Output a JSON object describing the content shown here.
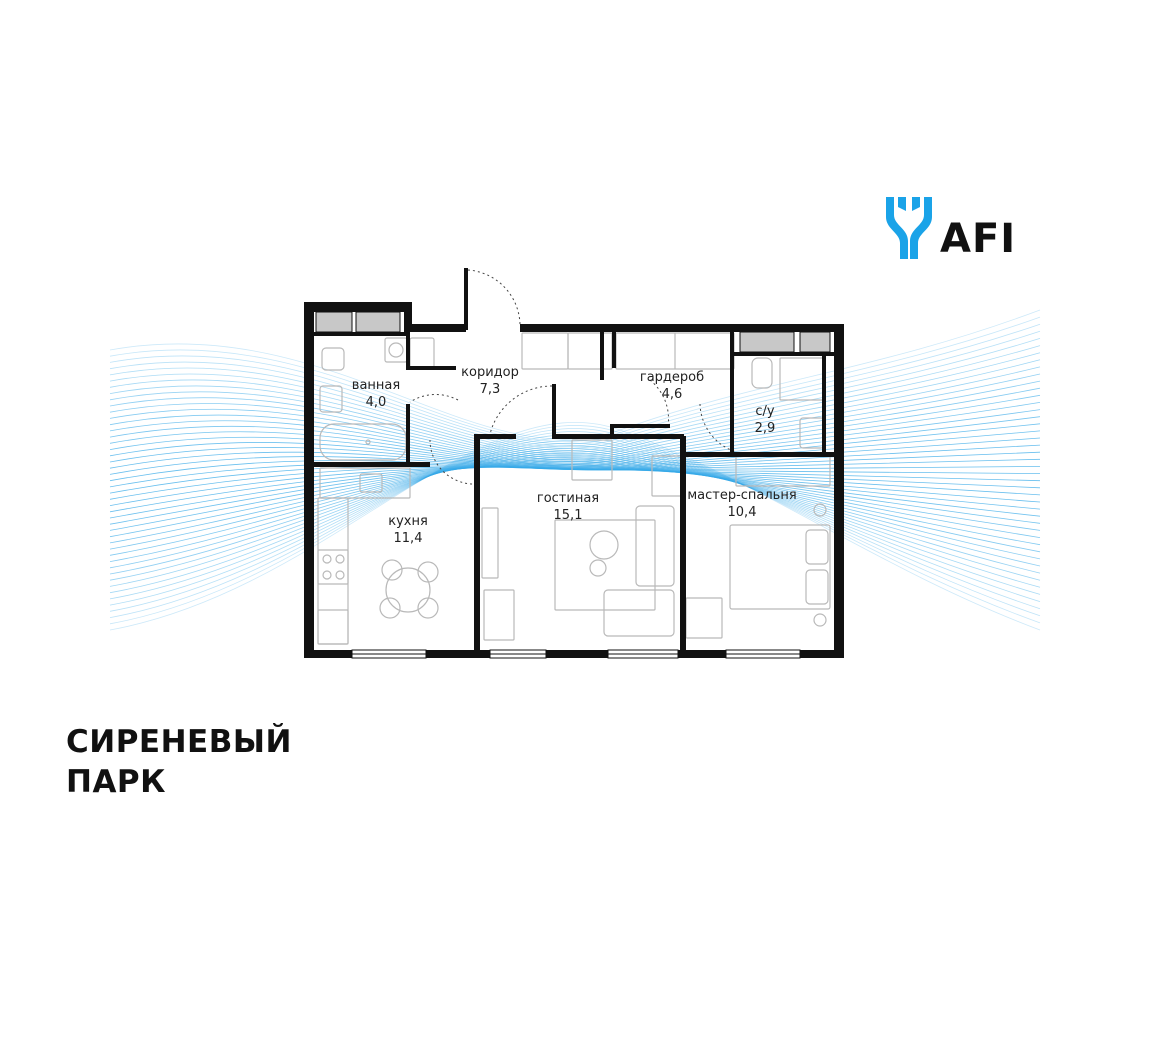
{
  "brand": {
    "name": "AFI",
    "accent_color": "#1aa3e8"
  },
  "project": {
    "title_line1": "СИРЕНЕВЫЙ",
    "title_line2": "ПАРК"
  },
  "rooms": [
    {
      "id": "bathroom",
      "name": "ванная",
      "area": "4,0"
    },
    {
      "id": "corridor",
      "name": "коридор",
      "area": "7,3"
    },
    {
      "id": "wardrobe",
      "name": "гардероб",
      "area": "4,6"
    },
    {
      "id": "wc",
      "name": "с/у",
      "area": "2,9"
    },
    {
      "id": "kitchen",
      "name": "кухня",
      "area": "11,4"
    },
    {
      "id": "living",
      "name": "гостиная",
      "area": "15,1"
    },
    {
      "id": "master",
      "name": "мастер-спальня",
      "area": "10,4"
    }
  ],
  "colors": {
    "wall": "#111111",
    "furniture": "#b9b9b9",
    "wave": "#36a9e8"
  }
}
